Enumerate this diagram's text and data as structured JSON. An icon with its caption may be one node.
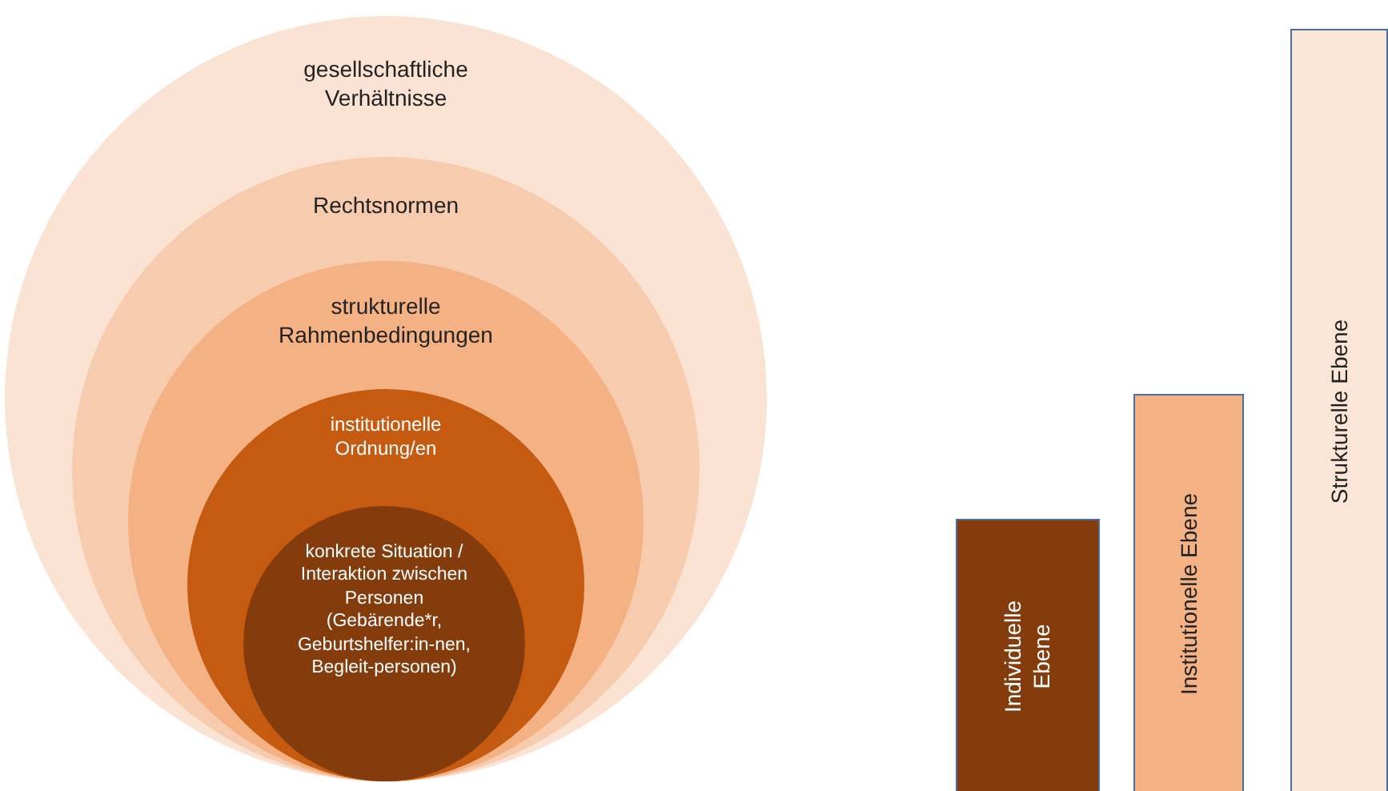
{
  "diagram": {
    "nodes": [
      {
        "text": [
          "gesellschaftliche Verhältnisse"
        ]
      },
      {
        "text": [
          "Rechtsnormen"
        ],
        "in": 0
      },
      {
        "text": [
          "strukturelle Rahmenbedingungen"
        ],
        "in": 1
      },
      {
        "text": [
          "institutionelle Ordnung/en"
        ],
        "in": 2
      },
      {
        "text": [
          "konkrete Situation / Interaktion zwischen Personen (Gebärende*r, Geburtshelfer:in-nen, Begleit-personen)"
        ],
        "in": 3
      },
      {
        "text": [
          "Individuelle Ebene"
        ]
      },
      {
        "text": [
          "Institutionelle Ebene"
        ]
      },
      {
        "text": [
          "Strukturelle Ebene"
        ]
      }
    ]
  }
}
